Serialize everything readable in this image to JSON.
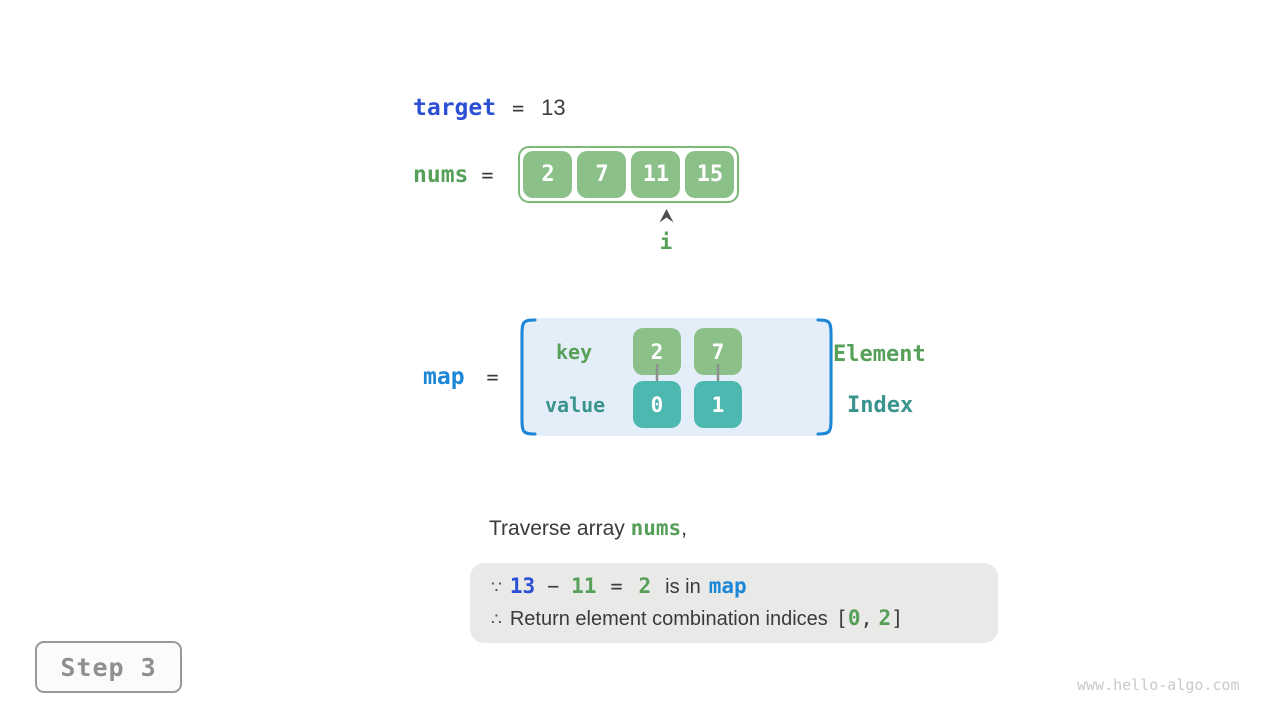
{
  "colors": {
    "royal_blue": "#2b50d4",
    "azure_blue": "#1b87d6",
    "green_text": "#56a05a",
    "green_box": "#8cc089",
    "teal_text": "#3a948e",
    "teal_box": "#4cb8b0",
    "dark_text": "#3c3c3c",
    "map_bg": "#e4eef8",
    "conclusion_bg": "#e9e9e7",
    "arrow_gray": "#8f8f8f",
    "step_gray": "#8f8f8f",
    "watermark_gray": "#c9c9c9"
  },
  "target_row": {
    "label": "target",
    "equals": "=",
    "value": "13"
  },
  "nums_row": {
    "label": "nums",
    "equals": "=",
    "cells": [
      "2",
      "7",
      "11",
      "15"
    ],
    "pointer_label": "i"
  },
  "map_row": {
    "label": "map",
    "equals": "=",
    "key_label": "key",
    "value_label": "value",
    "entries": [
      {
        "key": "2",
        "value": "0"
      },
      {
        "key": "7",
        "value": "1"
      }
    ],
    "element_label": "Element",
    "index_label": "Index"
  },
  "caption": {
    "prefix": "Traverse array ",
    "highlight": "nums",
    "suffix": ","
  },
  "conclusion": {
    "line1": {
      "symbol": "∵",
      "operand1": "13",
      "operator": "−",
      "operand2": "11",
      "equals": "=",
      "result": "2",
      "text": "is in",
      "map": "map"
    },
    "line2": {
      "symbol": "∴",
      "text": "Return element combination indices",
      "bracket_open": "[",
      "index1": "0",
      "comma": ",",
      "index2": "2",
      "bracket_close": "]"
    }
  },
  "step_badge": {
    "label": "Step 3"
  },
  "watermark": "www.hello-algo.com"
}
